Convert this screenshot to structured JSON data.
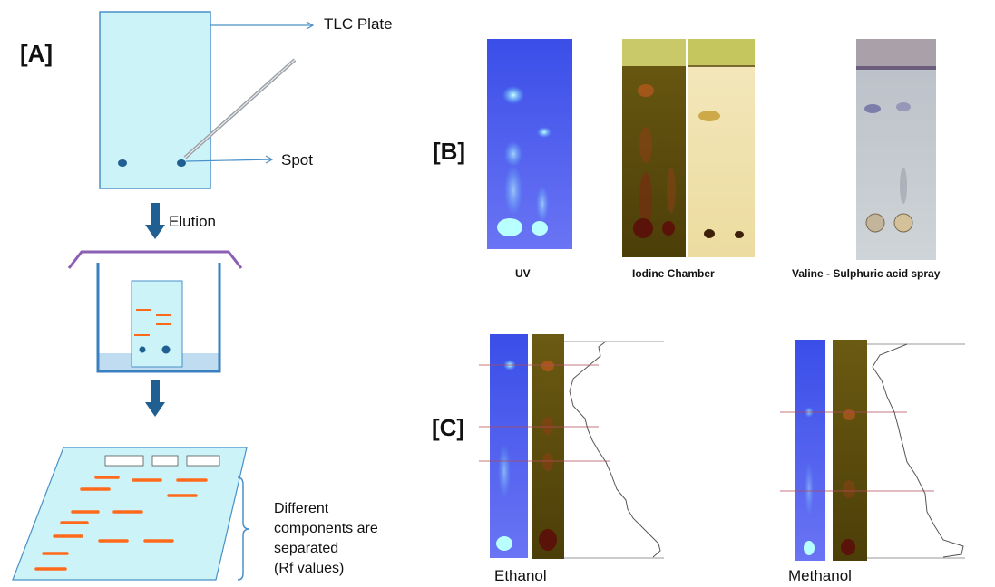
{
  "panel_a": {
    "label": "[A]",
    "plate_label": "TLC Plate",
    "spot_label": "Spot",
    "elution_label": "Elution",
    "result_desc": [
      "Different",
      "components are",
      "separated",
      "(Rf values)"
    ]
  },
  "panel_b": {
    "label": "[B]",
    "captions": [
      "UV",
      "Iodine Chamber",
      "Valine - Sulphuric acid spray"
    ]
  },
  "panel_c": {
    "label": "[C]",
    "captions": [
      "Ethanol",
      "Methanol"
    ]
  },
  "colors": {
    "plate": "#ccf3f8",
    "plate_border": "#4a90c8",
    "band": "#ff6a1a",
    "arrow": "#1f5f92",
    "uv": "#4c5ee8",
    "iodine": "#5a4a0e",
    "spray": "#c8cfd6"
  }
}
